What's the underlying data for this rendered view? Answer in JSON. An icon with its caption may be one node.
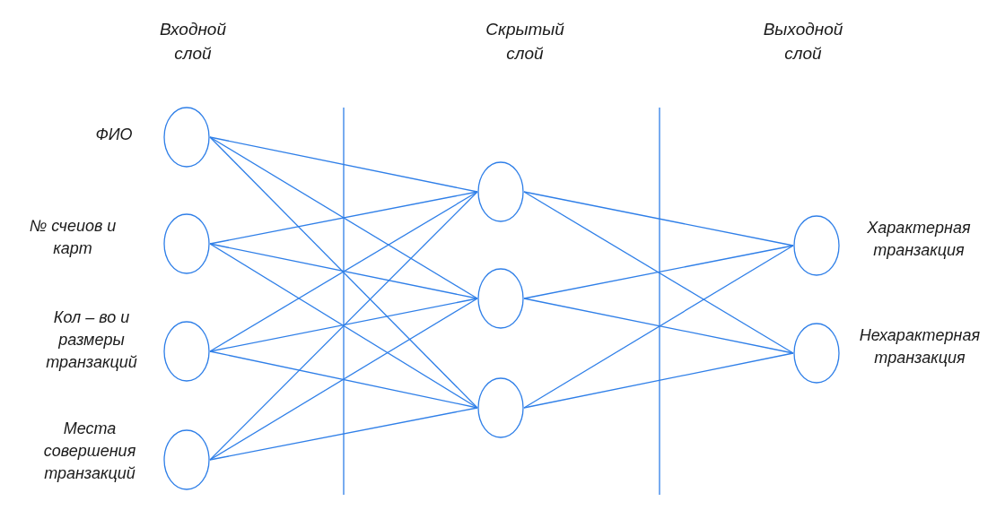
{
  "diagram": {
    "nodes": [
      {
        "text": [],
        "shape": "circle",
        "beside": [
          "ФИО"
        ]
      },
      {
        "text": [],
        "shape": "circle",
        "beside": [
          "№ счеиов и карт"
        ]
      },
      {
        "text": [],
        "shape": "circle",
        "beside": [
          "Кол – во и размеры транзакций"
        ]
      },
      {
        "text": [],
        "shape": "circle",
        "beside": [
          "Места совершения транзакций"
        ]
      },
      {
        "text": [],
        "shape": "circle"
      },
      {
        "text": [],
        "shape": "circle"
      },
      {
        "text": [],
        "shape": "circle"
      },
      {
        "text": [],
        "shape": "circle",
        "beside": [
          "Характерная транзакция"
        ]
      },
      {
        "text": [],
        "shape": "circle",
        "beside": [
          "Нехарактерная транзакция"
        ]
      }
    ],
    "edges": [
      {
        "from": 0,
        "to": 4,
        "arrow": "none"
      },
      {
        "from": 0,
        "to": 5,
        "arrow": "none"
      },
      {
        "from": 0,
        "to": 6,
        "arrow": "none"
      },
      {
        "from": 1,
        "to": 4,
        "arrow": "none"
      },
      {
        "from": 1,
        "to": 5,
        "arrow": "none"
      },
      {
        "from": 1,
        "to": 6,
        "arrow": "none"
      },
      {
        "from": 2,
        "to": 4,
        "arrow": "none"
      },
      {
        "from": 2,
        "to": 5,
        "arrow": "none"
      },
      {
        "from": 2,
        "to": 6,
        "arrow": "none"
      },
      {
        "from": 3,
        "to": 4,
        "arrow": "none"
      },
      {
        "from": 3,
        "to": 5,
        "arrow": "none"
      },
      {
        "from": 3,
        "to": 6,
        "arrow": "none"
      },
      {
        "from": 4,
        "to": 7,
        "arrow": "none"
      },
      {
        "from": 4,
        "to": 8,
        "arrow": "none"
      },
      {
        "from": 5,
        "to": 7,
        "arrow": "none"
      },
      {
        "from": 5,
        "to": 8,
        "arrow": "none"
      },
      {
        "from": 6,
        "to": 7,
        "arrow": "none"
      },
      {
        "from": 6,
        "to": 8,
        "arrow": "none"
      }
    ],
    "labels": [
      "Входной слой",
      "Скрытый слой",
      "Выходной слой"
    ]
  }
}
